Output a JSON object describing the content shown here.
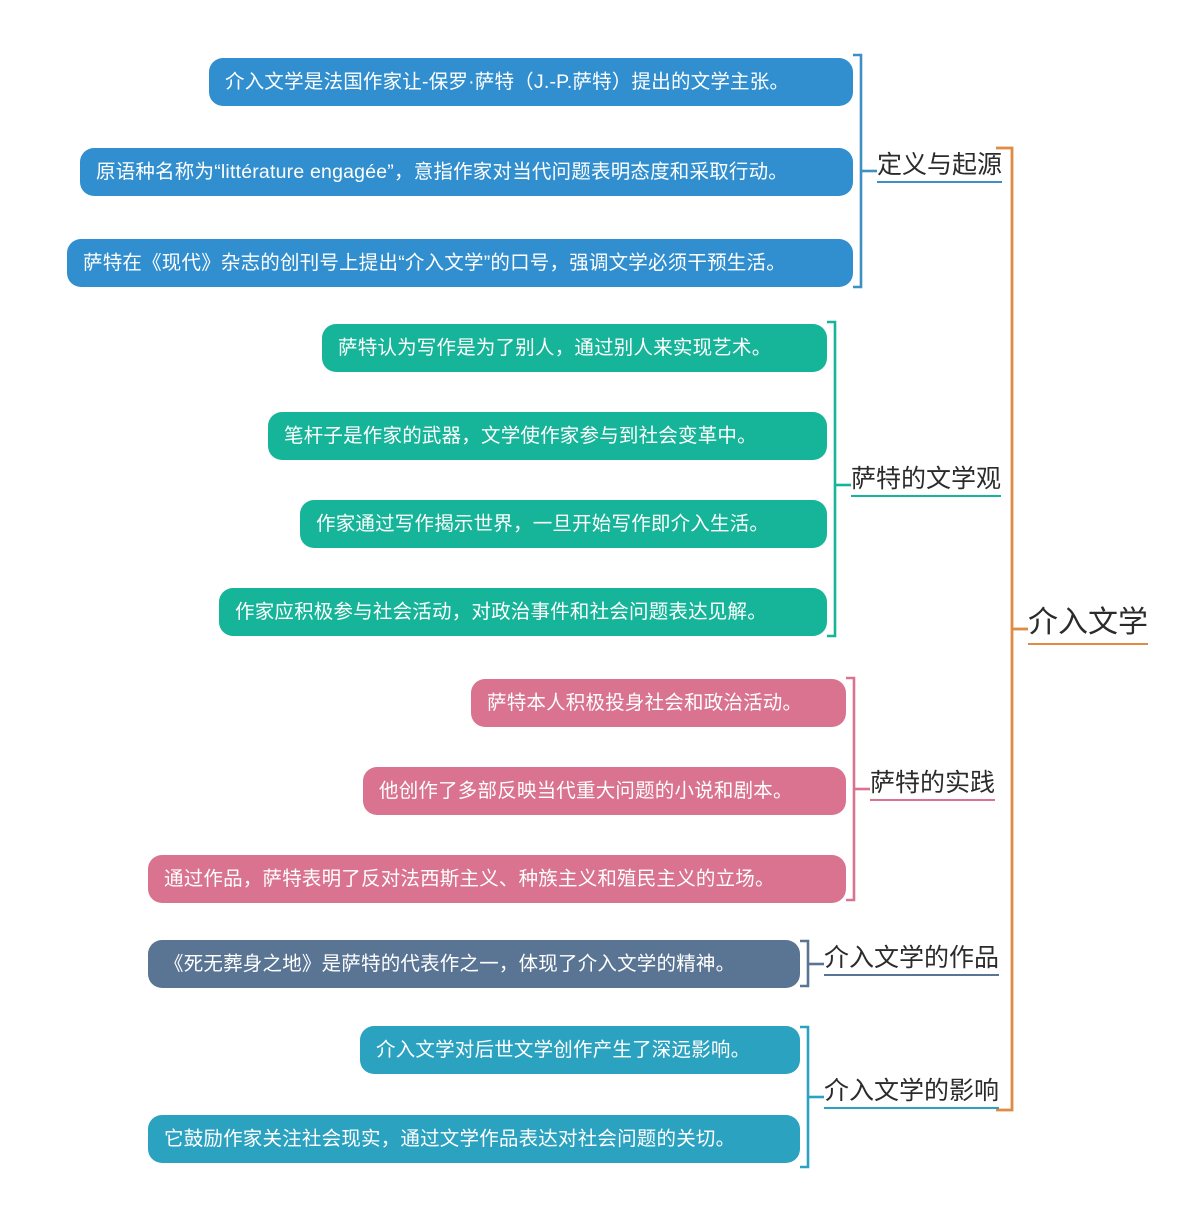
{
  "root": {
    "label": "介入文学",
    "color": "#e08b43"
  },
  "branches": [
    {
      "label": "定义与起源",
      "color": "#3d8fc4",
      "node_color": "#318fcf",
      "children": [
        "介入文学是法国作家让-保罗·萨特（J.-P.萨特）提出的文学主张。",
        "原语种名称为“littérature engagée”，意指作家对当代问题表明态度和采取行动。",
        "萨特在《现代》杂志的创刊号上提出“介入文学”的口号，强调文学必须干预生活。"
      ]
    },
    {
      "label": "萨特的文学观",
      "color": "#16b498",
      "node_color": "#16b498",
      "children": [
        "萨特认为写作是为了别人，通过别人来实现艺术。",
        "笔杆子是作家的武器，文学使作家参与到社会变革中。",
        "作家通过写作揭示世界，一旦开始写作即介入生活。",
        "作家应积极参与社会活动，对政治事件和社会问题表达见解。"
      ]
    },
    {
      "label": "萨特的实践",
      "color": "#d9738f",
      "node_color": "#d9738f",
      "children": [
        "萨特本人积极投身社会和政治活动。",
        "他创作了多部反映当代重大问题的小说和剧本。",
        "通过作品，萨特表明了反对法西斯主义、种族主义和殖民主义的立场。"
      ]
    },
    {
      "label": "介入文学的作品",
      "color": "#5a7594",
      "node_color": "#5a7594",
      "children": [
        "《死无葬身之地》是萨特的代表作之一，体现了介入文学的精神。"
      ]
    },
    {
      "label": "介入文学的影响",
      "color": "#2ba2c0",
      "node_color": "#2ba2c0",
      "children": [
        "介入文学对后世文学创作产生了深远影响。",
        "它鼓励作家关注社会现实，通过文学作品表达对社会问题的关切。"
      ]
    }
  ]
}
